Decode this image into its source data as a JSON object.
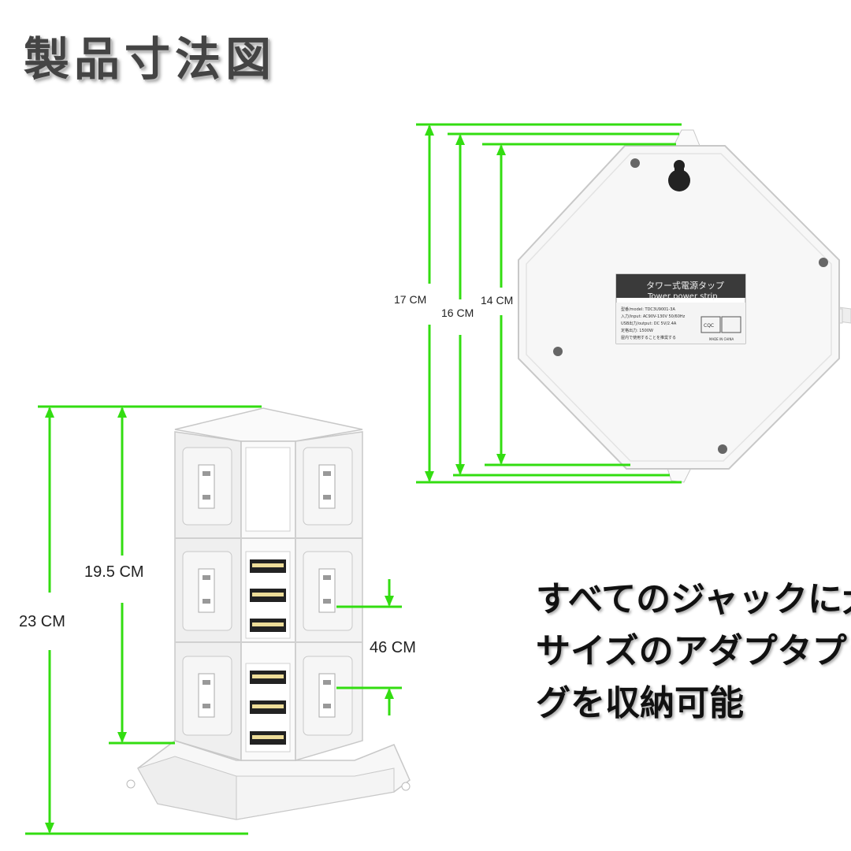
{
  "title": "製品寸法図",
  "top_view": {
    "dimensions": [
      "17 CM",
      "16 CM",
      "14 CM"
    ],
    "label_plate": {
      "jp_title": "タワー式電源タップ",
      "en_title": "Tower power strip",
      "lines": [
        "型番/model: TDC3U9001-3A",
        "入力/input: AC90V-130V 50/60Hz",
        "USB出力/output: DC 5V/2.4A",
        "定格出力: 1500W",
        "屋内で使用することを推奨する"
      ],
      "cert_mark": "CQC",
      "origin": "MADE IN CHINA"
    }
  },
  "front_view": {
    "dimensions": {
      "total_height": "23 CM",
      "body_height": "19.5 CM",
      "outlet_spacing": "46 CM"
    }
  },
  "caption_lines": [
    "すべてのジャックに大",
    "サイズのアダプタプラ",
    "グを収納可能"
  ],
  "colors": {
    "dimension_line": "#33dd11",
    "product_body": "#f4f4f4",
    "outline": "#c8c8c8"
  }
}
